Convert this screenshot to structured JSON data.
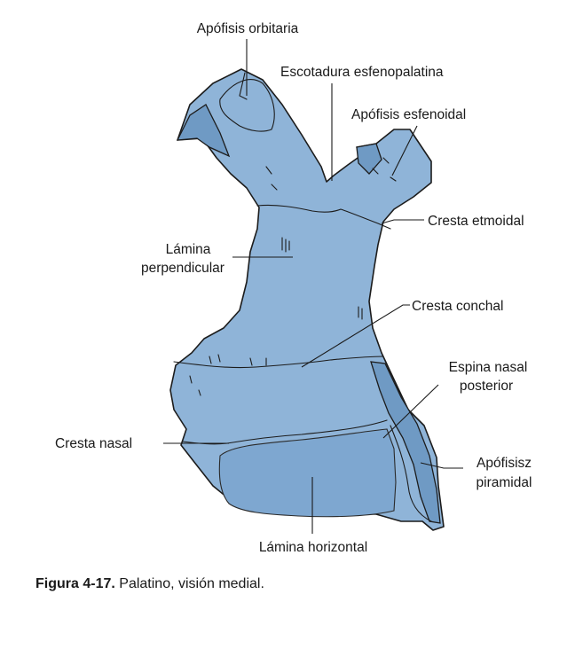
{
  "labels": {
    "apofisis_orbitaria": "Apófisis orbitaria",
    "escotadura": "Escotadura esfenopalatina",
    "apofisis_esfenoidal": "Apófisis esfenoidal",
    "cresta_etmoidal": "Cresta etmoidal",
    "lamina_perpendicular_1": "Lámina",
    "lamina_perpendicular_2": "perpendicular",
    "cresta_conchal": "Cresta conchal",
    "espina_nasal_1": "Espina nasal",
    "espina_nasal_2": "posterior",
    "cresta_nasal": "Cresta nasal",
    "apofisis_piramidal_1": "Apófisisz",
    "apofisis_piramidal_2": "piramidal",
    "lamina_horizontal": "Lámina horizontal"
  },
  "caption": {
    "figure": "Figura 4-17.",
    "text": "Palatino, visión medial."
  },
  "colors": {
    "bone": "#8fb4d8",
    "bone_shade": "#6f9ac4",
    "bone_dark": "#7ea7d0",
    "ink": "#1a1a1a"
  }
}
